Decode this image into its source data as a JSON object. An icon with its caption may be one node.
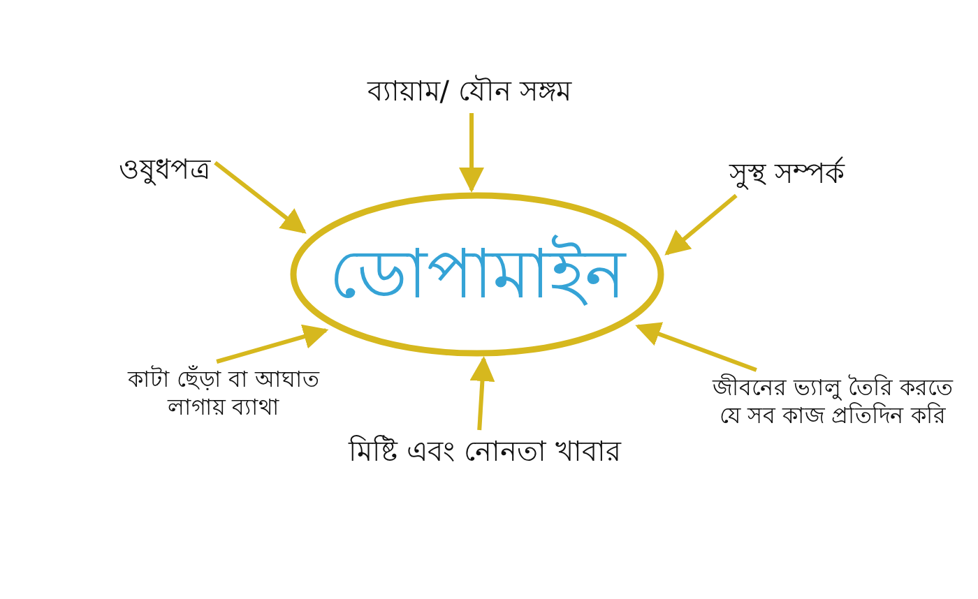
{
  "diagram": {
    "nodes": [
      {
        "text": [
          "ব্যায়াম/ যৌন সঙ্গম"
        ]
      },
      {
        "text": [
          "ওষুধপত্র"
        ]
      },
      {
        "text": [
          "সুস্থ সম্পর্ক"
        ]
      },
      {
        "text": [
          "ডোপামাইন"
        ]
      },
      {
        "text": [
          "কাটা ছেঁড়া বা আঘাত লাগায় ব্যাথা"
        ]
      },
      {
        "text": [
          "জীবনের ভ্যালু তৈরি করতে যে সব কাজ প্রতিদিন করি"
        ]
      },
      {
        "text": [
          "মিষ্টি এবং নোনতা খাবার"
        ]
      }
    ],
    "edges": [
      {
        "from": 0,
        "to": 3,
        "arrow": "to"
      },
      {
        "from": 1,
        "to": 3,
        "arrow": "to"
      },
      {
        "from": 2,
        "to": 3,
        "arrow": "to"
      },
      {
        "from": 4,
        "to": 3,
        "arrow": "to"
      },
      {
        "from": 5,
        "to": 3,
        "arrow": "to"
      },
      {
        "from": 6,
        "to": 3,
        "arrow": "to"
      }
    ]
  }
}
